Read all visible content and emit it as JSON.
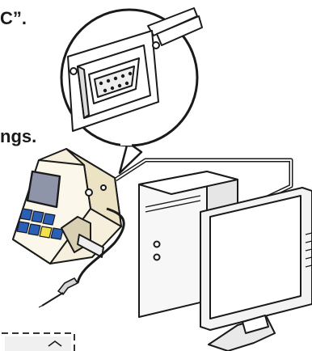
{
  "texts": {
    "fragment_top": "C”.",
    "fragment_mid": "ngs."
  },
  "icons": [
    "magnifier-callout",
    "db9-serial-connector",
    "handheld-device",
    "device-screen",
    "device-keypad",
    "cable-probe",
    "desktop-tower",
    "computer-monitor"
  ],
  "colors": {
    "outline": "#1a1a1a",
    "device_body": "#f5efdc",
    "screen": "#8e95a8",
    "keypad_blue": "#2a5fb8",
    "keypad_yellow": "#f2e14a",
    "monitor_frame": "#f3f3f3",
    "dash_box": "#333333"
  }
}
